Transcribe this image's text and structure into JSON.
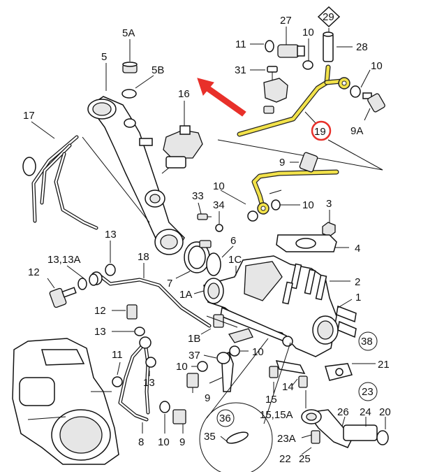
{
  "diagram": {
    "highlight_color": "#f2e24a",
    "arrow_color": "#e8302a",
    "callout_ring_color": "#e8302a",
    "labels": {
      "l27": "27",
      "l29": "29",
      "l10a": "10",
      "l11a": "11",
      "l28": "28",
      "l31": "31",
      "l10b": "10",
      "l9A": "9A",
      "l19": "19",
      "l5A": "5A",
      "l5": "5",
      "l5B": "5B",
      "l16": "16",
      "l17": "17",
      "l9a": "9",
      "l10c": "10",
      "l10d": "10",
      "l33": "33",
      "l34": "34",
      "l3": "3",
      "l4": "4",
      "l13a": "13",
      "l6": "6",
      "l13_13A": "13,13A",
      "l18": "18",
      "l12a": "12",
      "l1C": "1C",
      "l7": "7",
      "l1A": "1A",
      "l2": "2",
      "l1": "1",
      "l12b": "12",
      "l38": "38",
      "l13b": "13",
      "l1B": "1B",
      "l11b": "11",
      "l37": "37",
      "l10e": "10",
      "l10f": "10",
      "l21": "21",
      "l13c": "13",
      "l14": "14",
      "l9b": "9",
      "l15": "15",
      "l23": "23",
      "l36": "36",
      "l15_15A": "15,15A",
      "l26": "26",
      "l24": "24",
      "l20": "20",
      "l35": "35",
      "l23A": "23A",
      "l8": "8",
      "l10g": "10",
      "l9c": "9",
      "l22": "22",
      "l25": "25"
    }
  }
}
